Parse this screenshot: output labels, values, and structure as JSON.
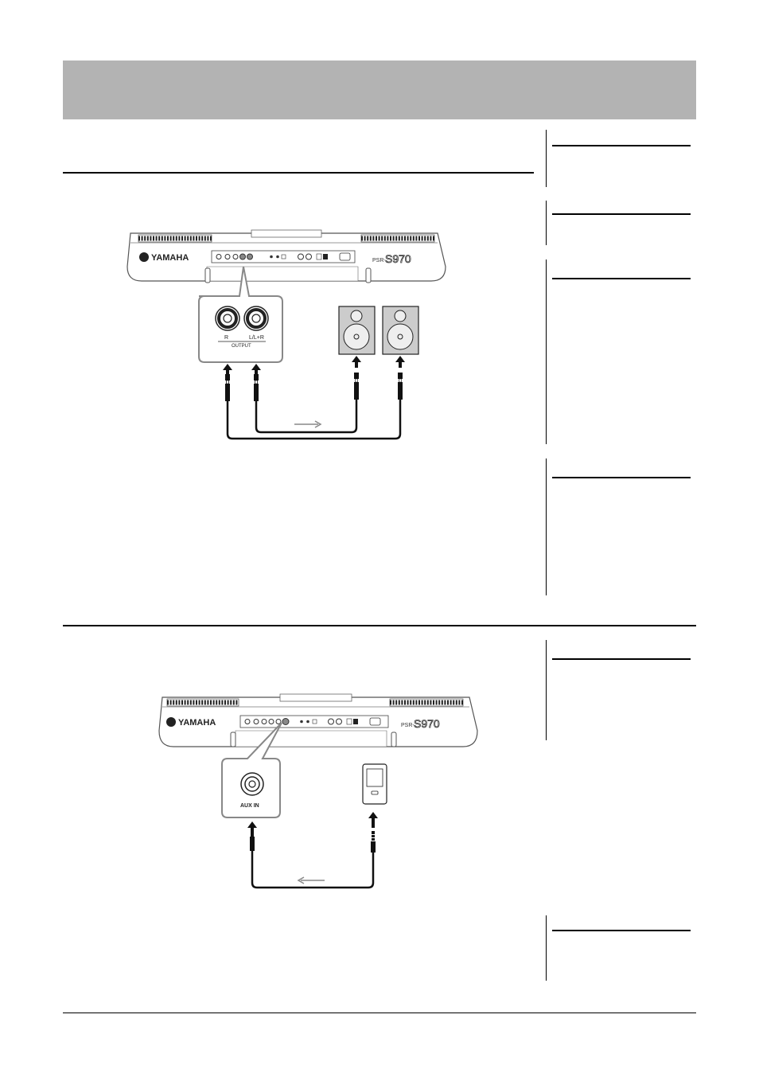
{
  "header": {
    "band_color": "#b3b3b3"
  },
  "diagram1": {
    "brand": "YAMAHA",
    "model_prefix": "PSR-",
    "model_name": "S970",
    "jack_label_r": "R",
    "jack_label_l": "L/L+R",
    "jack_group_label": "OUTPUT"
  },
  "diagram2": {
    "brand": "YAMAHA",
    "model_prefix": "PSR-",
    "model_name": "S970",
    "jack_label": "AUX  IN"
  }
}
